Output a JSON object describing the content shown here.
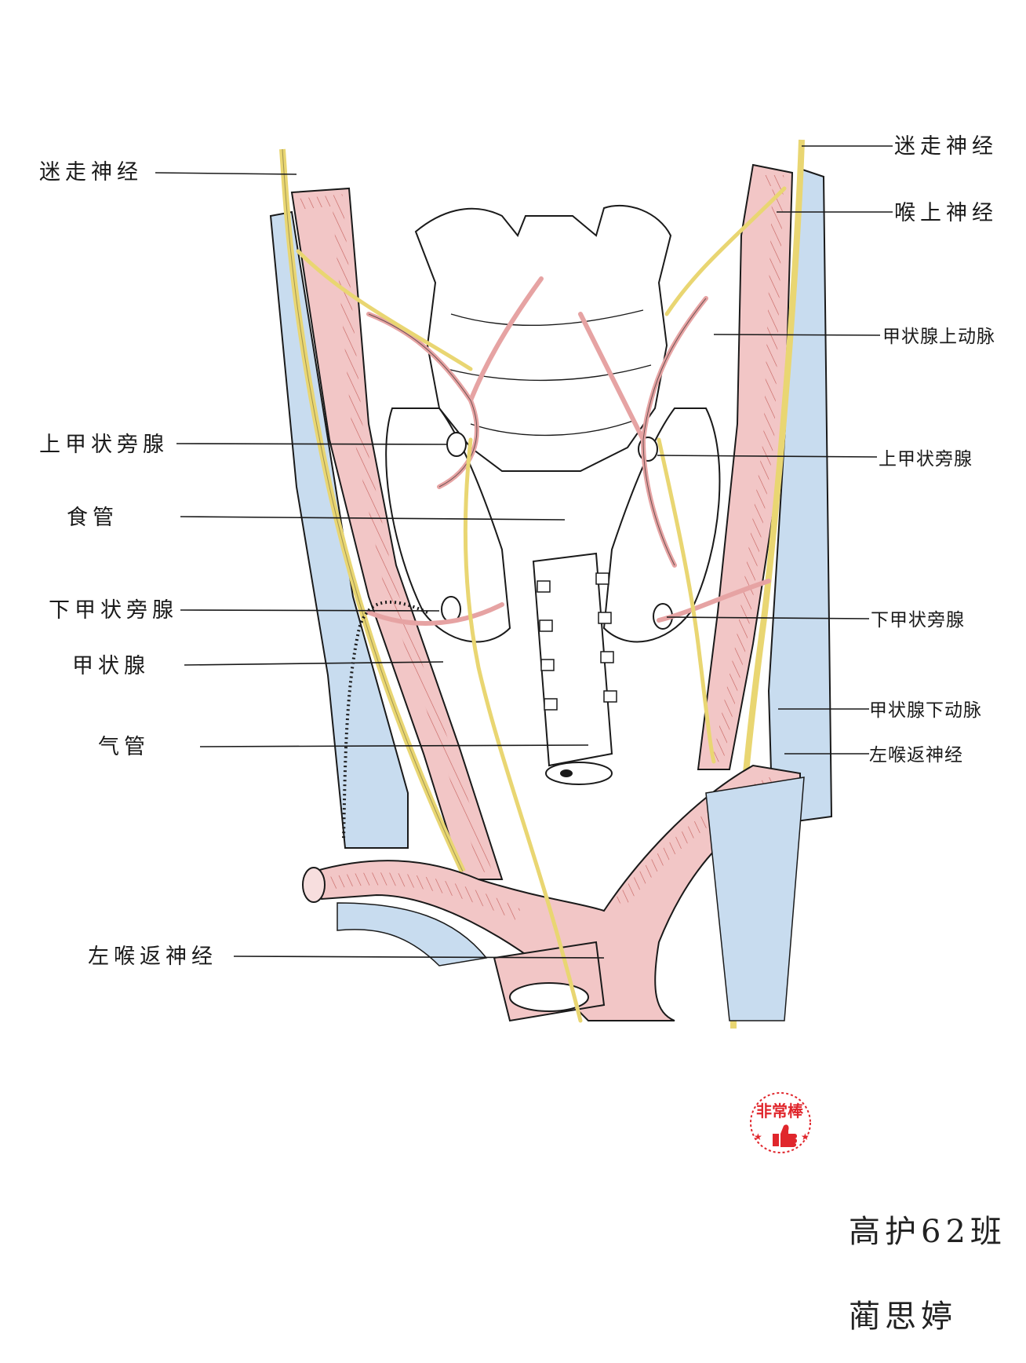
{
  "labels": {
    "left_vagus": "迷走神经",
    "left_sup_parathyroid": "上甲状旁腺",
    "esophagus": "食管",
    "left_inf_parathyroid": "下甲状旁腺",
    "thyroid": "甲状腺",
    "trachea": "气管",
    "left_recurrent_laryngeal": "左喉返神经",
    "right_vagus": "迷走神经",
    "sup_laryngeal_nerve": "喉上神经",
    "sup_thyroid_artery": "甲状腺上动脉",
    "right_sup_parathyroid": "上甲状旁腺",
    "right_inf_parathyroid": "下甲状旁腺",
    "inf_thyroid_artery": "甲状腺下动脉",
    "right_recurrent_laryngeal": "左喉返神经"
  },
  "signature": {
    "class_name": "高护62班",
    "author": "蔺思婷"
  },
  "stamp": {
    "text": "非常棒"
  },
  "colors": {
    "artery": "#f2c6c6",
    "artery_stroke": "#c0393b",
    "vein": "#c8dcef",
    "nerve": "#f6e9a4",
    "outline": "#1a1a1a",
    "stamp": "#e0262c"
  }
}
